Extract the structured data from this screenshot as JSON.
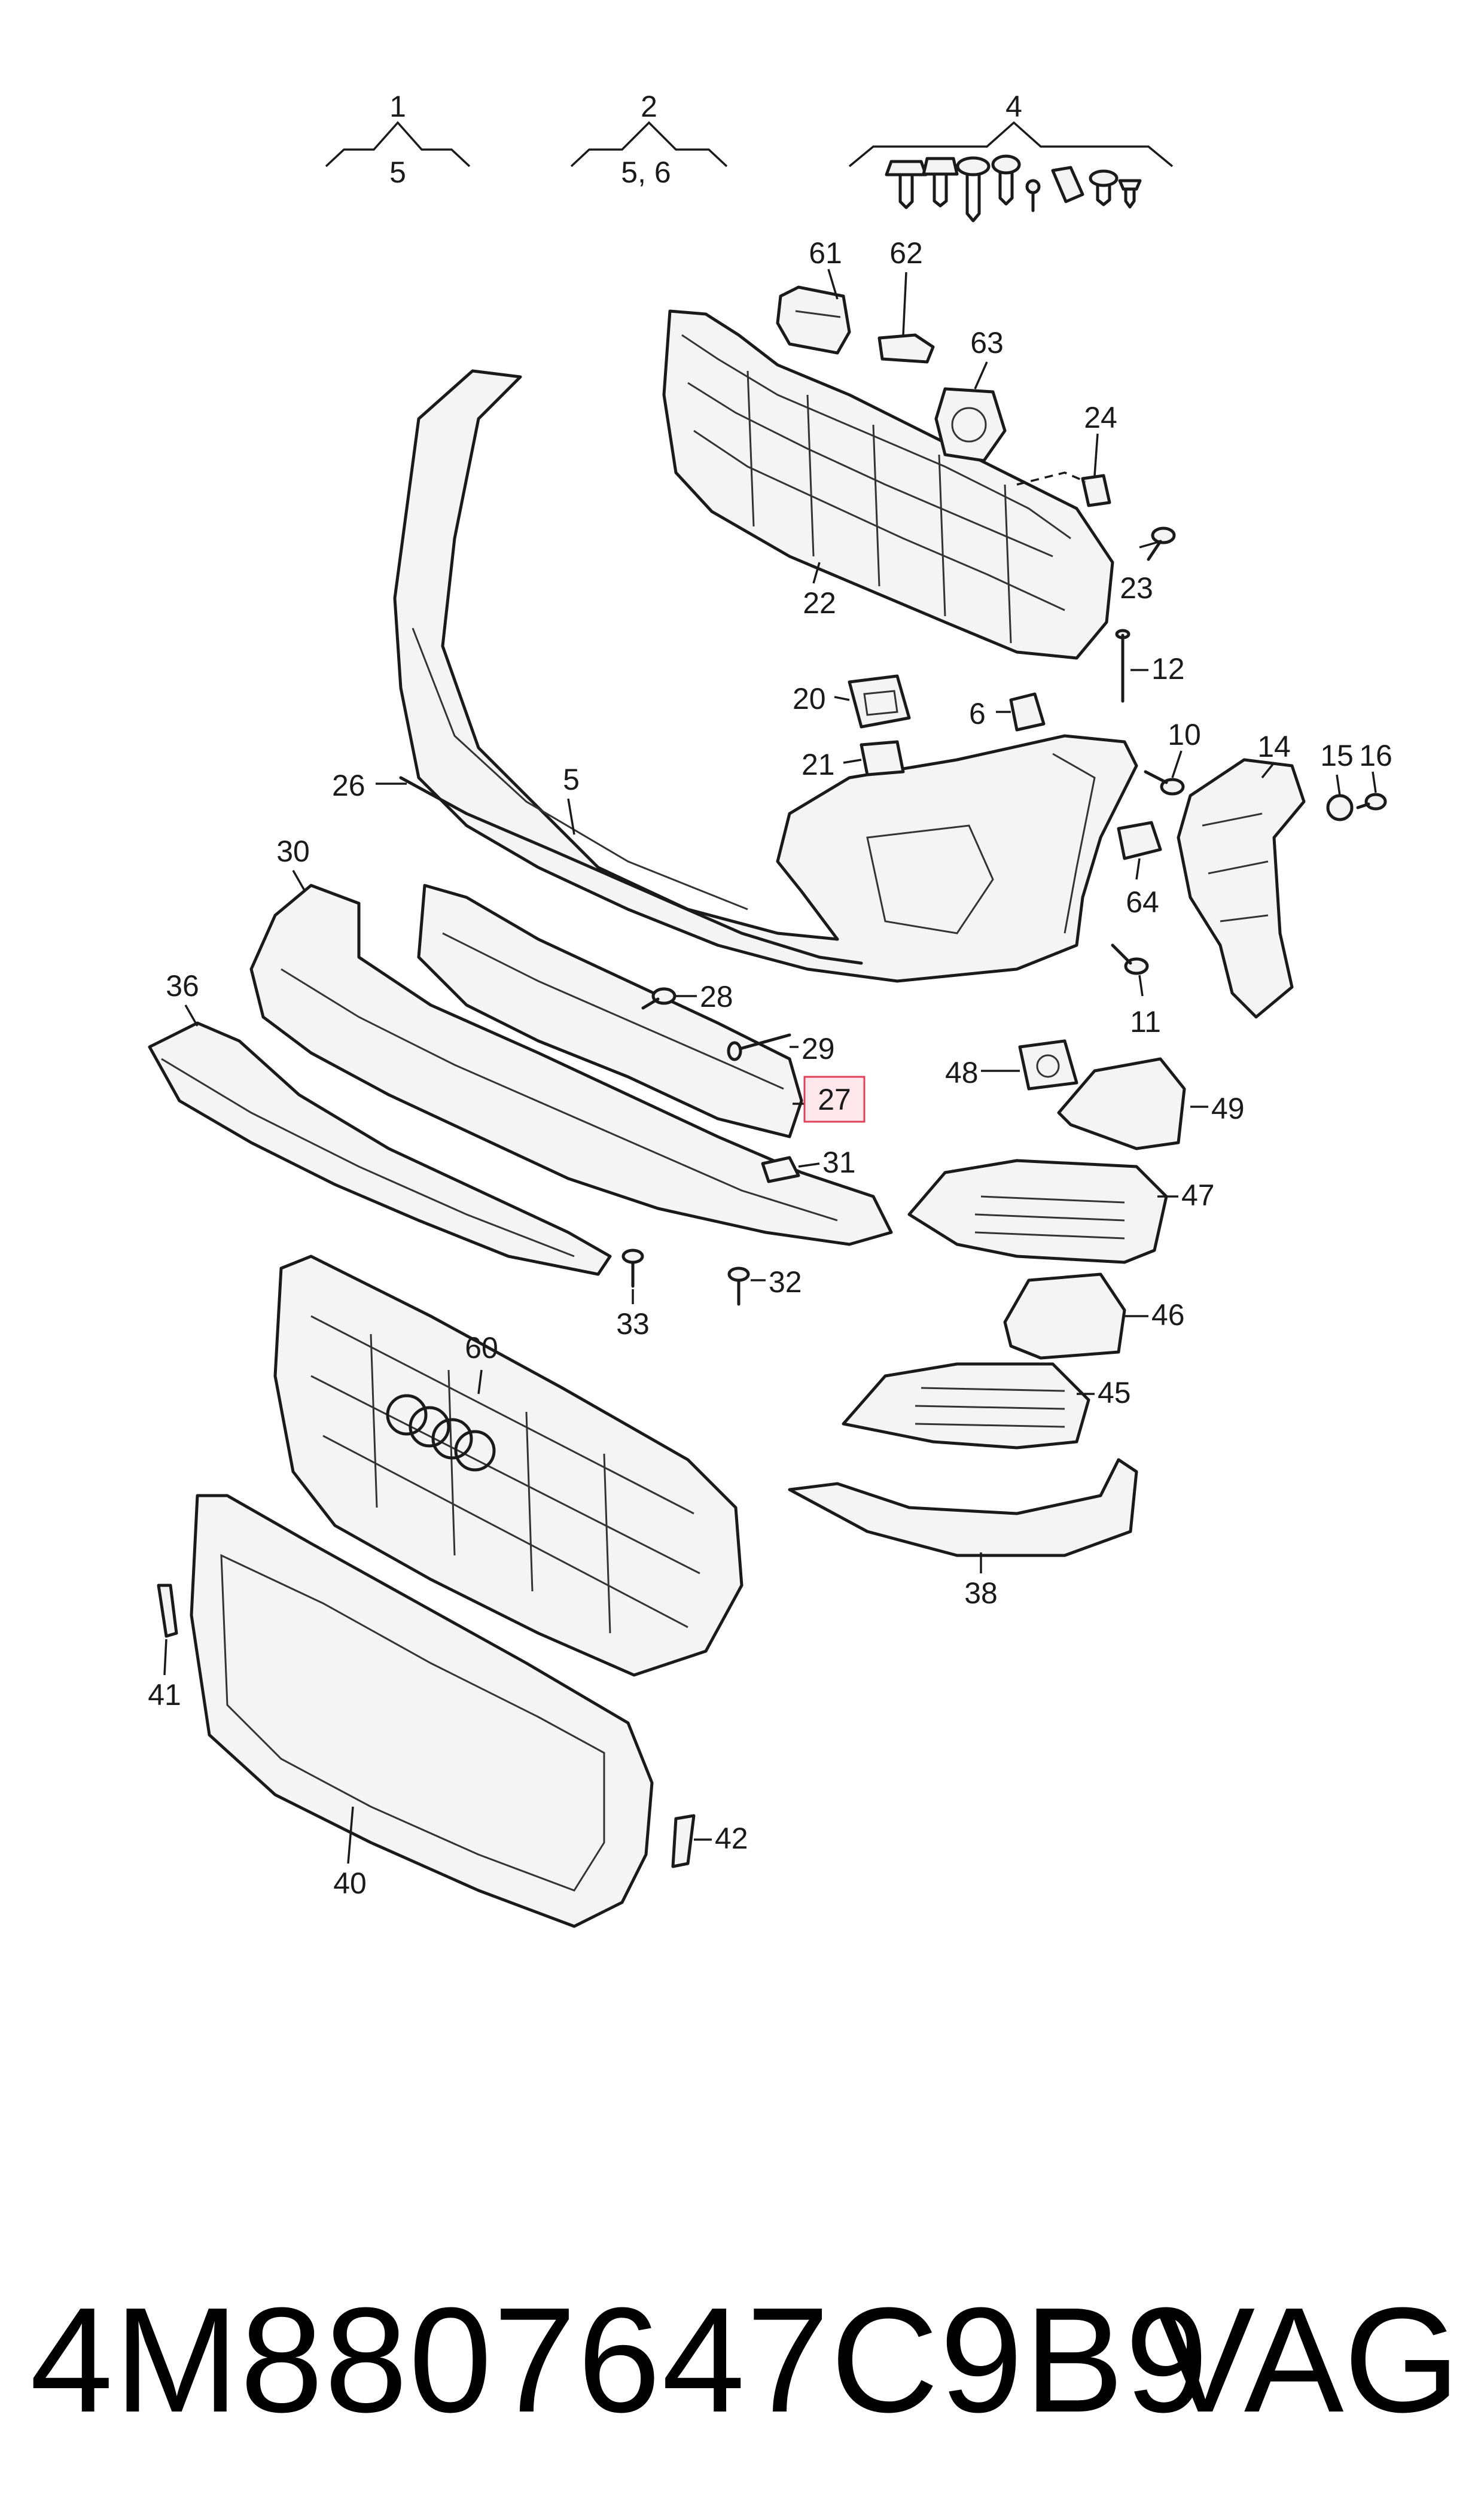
{
  "callouts": {
    "c1": "1",
    "c1_sub": "5",
    "c2": "2",
    "c2_sub": "5, 6",
    "c4": "4",
    "c5": "5",
    "c6": "6",
    "c10": "10",
    "c11": "11",
    "c12": "12",
    "c14": "14",
    "c15": "15",
    "c16": "16",
    "c20": "20",
    "c21": "21",
    "c22": "22",
    "c23": "23",
    "c24": "24",
    "c26": "26",
    "c27": "27",
    "c28": "28",
    "c29": "29",
    "c30": "30",
    "c31": "31",
    "c32": "32",
    "c33": "33",
    "c36": "36",
    "c38": "38",
    "c40": "40",
    "c41": "41",
    "c42": "42",
    "c45": "45",
    "c46": "46",
    "c47": "47",
    "c48": "48",
    "c49": "49",
    "c60": "60",
    "c61": "61",
    "c62": "62",
    "c63": "63",
    "c64": "64"
  },
  "footer": {
    "part_number": "4M8807647C9B9",
    "brand": "VAG"
  },
  "colors": {
    "line": "#1a1a1a",
    "highlight_fill": "#fde7ea",
    "highlight_stroke": "#e0425a"
  }
}
